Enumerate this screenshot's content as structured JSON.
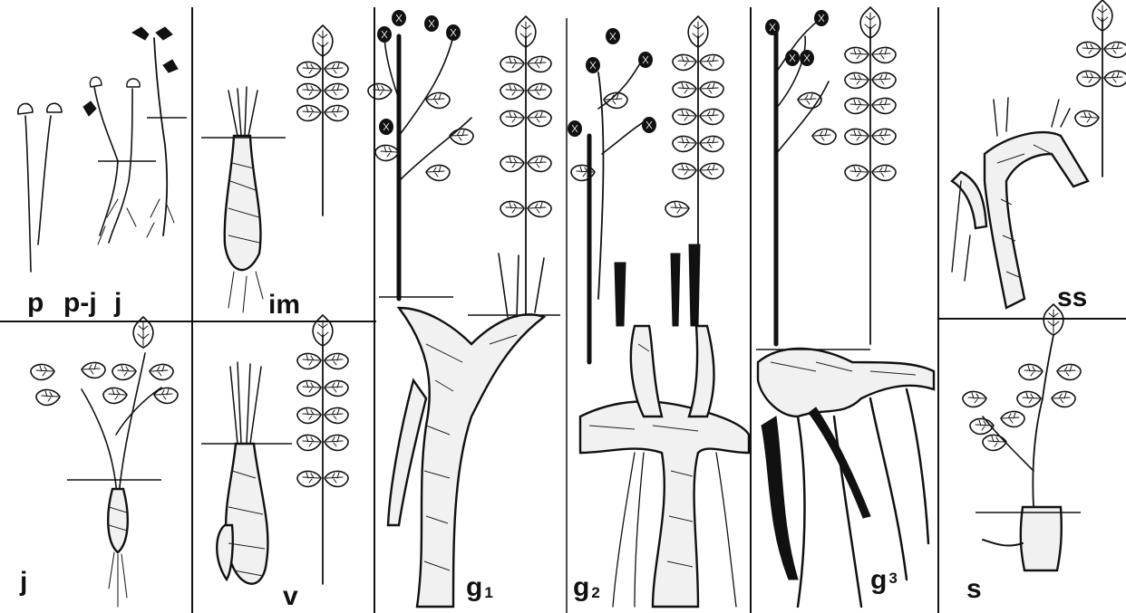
{
  "panels": [
    {
      "id": "p",
      "label": "p"
    },
    {
      "id": "p-j",
      "label": "p-j"
    },
    {
      "id": "j-top",
      "label": "j"
    },
    {
      "id": "im",
      "label": "im"
    },
    {
      "id": "j-bottom",
      "label": "j"
    },
    {
      "id": "v",
      "label": "v"
    },
    {
      "id": "g1",
      "label": "g",
      "subscript": "1"
    },
    {
      "id": "g2",
      "label": "g",
      "subscript": "2"
    },
    {
      "id": "g3",
      "label": "g",
      "subscript": "3"
    },
    {
      "id": "ss",
      "label": "ss"
    },
    {
      "id": "s",
      "label": "s"
    }
  ]
}
